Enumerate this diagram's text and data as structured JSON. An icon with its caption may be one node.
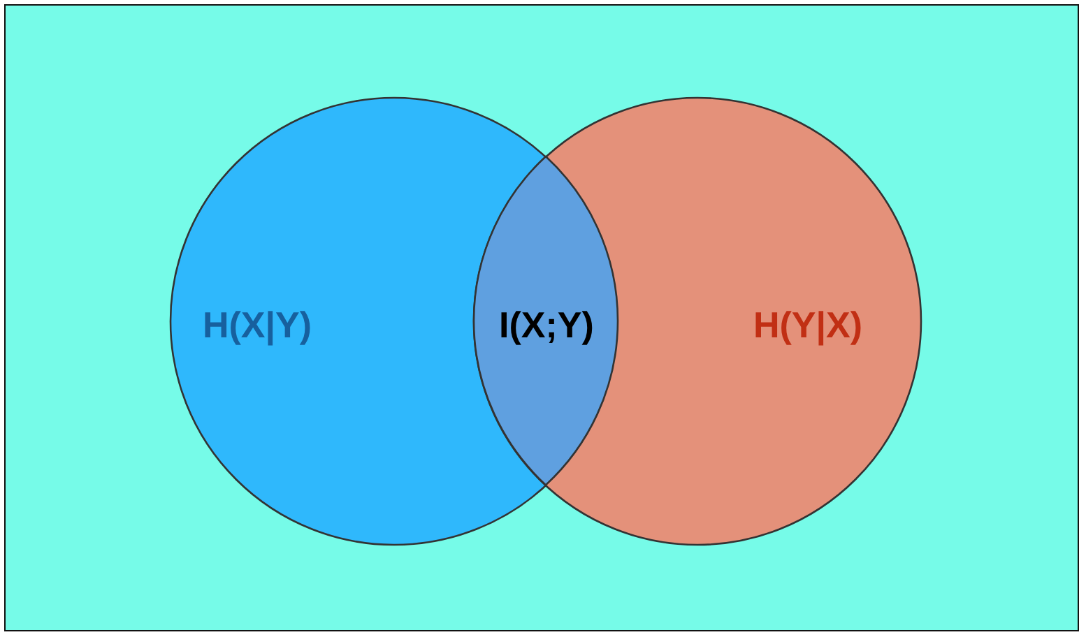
{
  "diagram": {
    "nodes": [
      {
        "text": [
          "H(X|Y)"
        ]
      },
      {
        "text": [
          "H(Y|X)"
        ]
      },
      {
        "text": [
          "I(X;Y)"
        ]
      }
    ]
  }
}
